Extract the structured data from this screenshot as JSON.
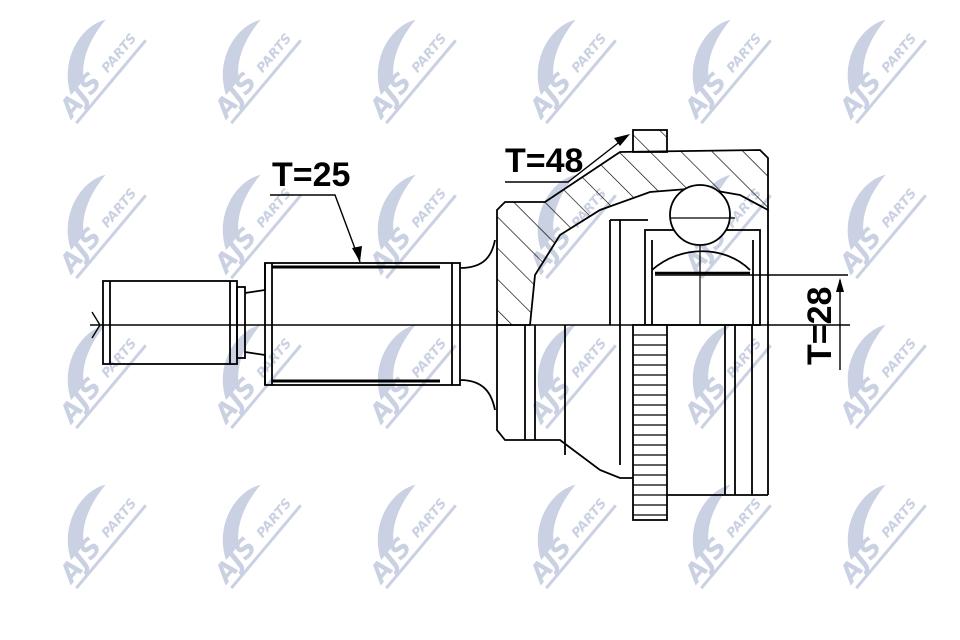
{
  "watermark": {
    "brand": "AJS",
    "sub": "PARTS",
    "color": "#c9d1e2"
  },
  "dimensions": {
    "shaft_spline": "T=25",
    "outer_spline": "T=48",
    "inner_spline": "T=28"
  },
  "colors": {
    "line": "#000000",
    "background": "#ffffff"
  }
}
